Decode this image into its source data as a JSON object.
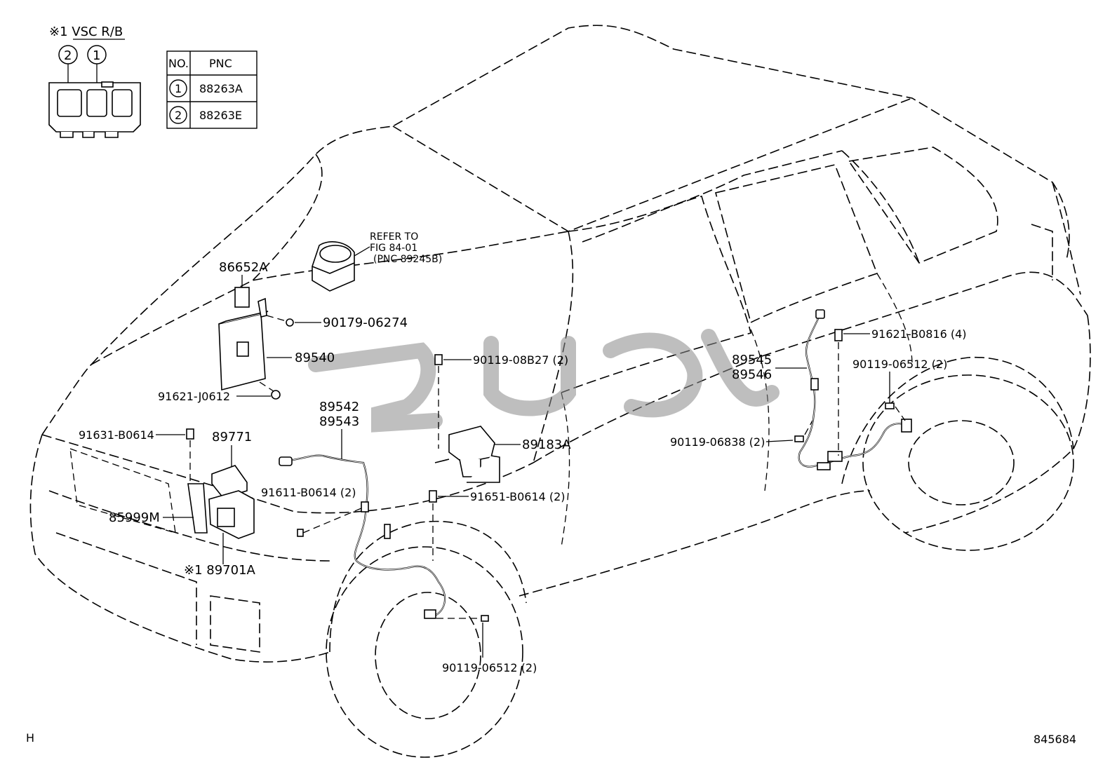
{
  "inset": {
    "title": "※1 VSC R/B",
    "markers": [
      "2",
      "1"
    ]
  },
  "pnc_table": {
    "headers": [
      "NO.",
      "PNC"
    ],
    "rows": [
      {
        "no": "1",
        "pnc": "88263A"
      },
      {
        "no": "2",
        "pnc": "88263E"
      }
    ]
  },
  "refer": {
    "line1": "REFER TO",
    "line2": "FIG 84-01",
    "line3": "(PNC 89245B)"
  },
  "callouts": {
    "p86652A": "86652A",
    "p90179_06274": "90179-06274",
    "p89540": "89540",
    "p91621_J0612": "91621-J0612",
    "p89542": "89542",
    "p89543": "89543",
    "p90119_08B27": "90119-08B27 (2)",
    "p91631_B0614": "91631-B0614",
    "p89771": "89771",
    "p91611_B0614": "91611-B0614 (2)",
    "p85999M": "85999M",
    "p89701A": "※1 89701A",
    "p89183A": "89183A",
    "p91651_B0614": "91651-B0614 (2)",
    "p90119_06512_front": "90119-06512 (2)",
    "p89545": "89545",
    "p89546": "89546",
    "p91621_B0816": "91621-B0816 (4)",
    "p90119_06512_rear": "90119-06512 (2)",
    "p90119_06838": "90119-06838 (2)"
  },
  "footer": {
    "left_code": "H",
    "figure_number": "845684"
  }
}
